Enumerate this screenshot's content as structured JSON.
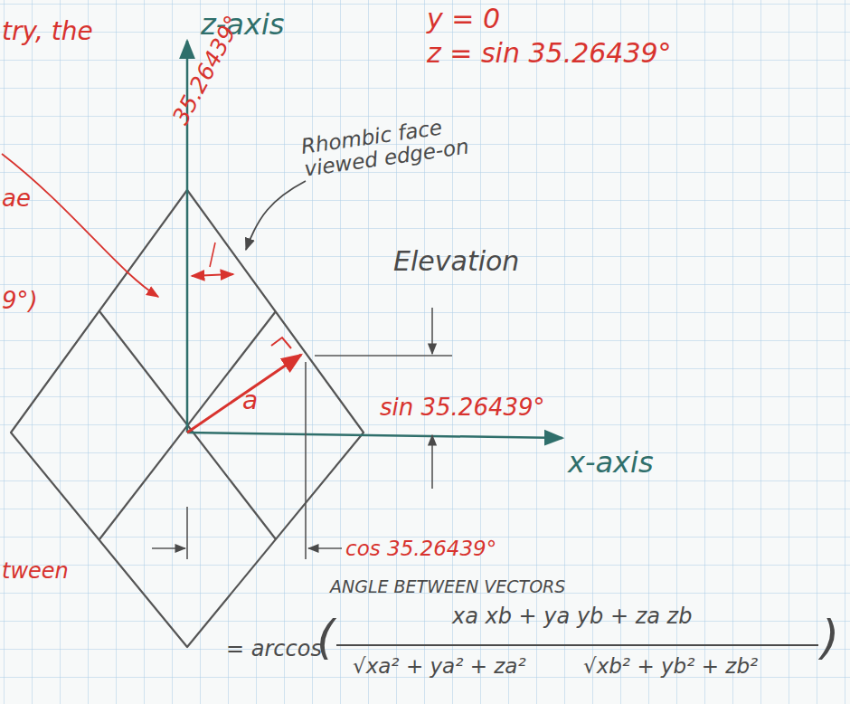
{
  "diagram": {
    "labels": [
      "try, the",
      "z-axis",
      "y = 0",
      "z = sin 35.26439°",
      "35.26439°",
      "Rhombic face viewed edge-on",
      "ae",
      "9°)",
      "Elevation",
      "a",
      "sin 35.26439°",
      "x-axis",
      "cos 35.26439°",
      "tween",
      "ANGLE BETWEEN VECTORS",
      "= arccos",
      "(",
      "xa xb + ya yb + za zb",
      "√xa² + ya² + za²",
      "√xb² + yb² + zb²",
      ")"
    ]
  }
}
